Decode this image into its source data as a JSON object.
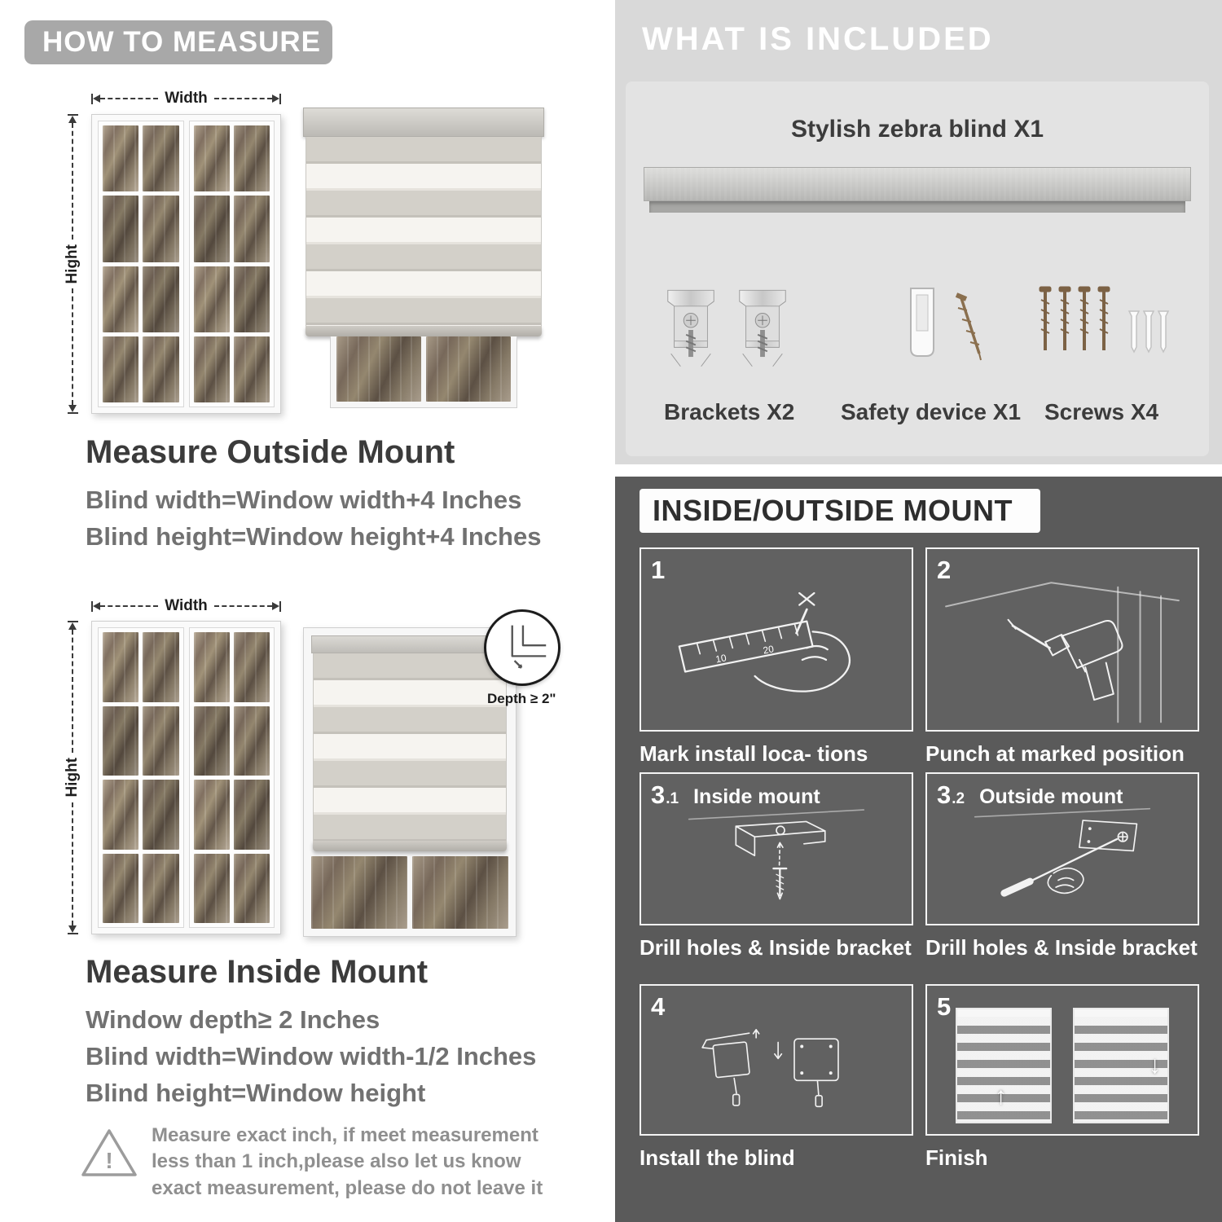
{
  "colors": {
    "banner_gray": "#a8a8a8",
    "light_section": "#d9d9d9",
    "dark_section": "#5a5a5a",
    "heading_dark": "#3b3b3b",
    "measure_text": "#717171",
    "zebra_gray": "#d3d0c9",
    "zebra_sheer": "#f6f4f0"
  },
  "left": {
    "header": "HOW TO MEASURE",
    "labels": {
      "width": "Width",
      "height": "Hight",
      "depth": "Depth ≥ 2\""
    },
    "outside": {
      "title": "Measure Outside Mount",
      "lines": [
        "Blind width=Window width+4 Inches",
        "Blind height=Window height+4 Inches"
      ]
    },
    "inside": {
      "title": "Measure Inside Mount",
      "lines": [
        "Window depth≥ 2 Inches",
        "Blind width=Window width-1/2 Inches",
        "Blind height=Window height"
      ]
    },
    "warning": "Measure exact inch, if meet measurement less than 1 inch,please also let us know exact measurement, please do not leave it"
  },
  "included": {
    "header": "WHAT IS INCLUDED",
    "blind_label": "Stylish zebra blind X1",
    "items": [
      {
        "icon": "bracket-icon",
        "label": "Brackets X2"
      },
      {
        "icon": "safety-device-icon",
        "label": "Safety device X1"
      },
      {
        "icon": "screw-icon",
        "label": "Screws X4"
      }
    ]
  },
  "mount": {
    "header": "INSIDE/OUTSIDE MOUNT",
    "steps": [
      {
        "num": "1",
        "sub": "",
        "label": "",
        "caption": "Mark install loca- tions"
      },
      {
        "num": "2",
        "sub": "",
        "label": "",
        "caption": "Punch at  marked position"
      },
      {
        "num": "3",
        "sub": ".1",
        "label": "Inside mount",
        "caption": "Drill holes &  Inside bracket"
      },
      {
        "num": "3",
        "sub": ".2",
        "label": "Outside mount",
        "caption": "Drill holes &  Inside bracket"
      },
      {
        "num": "4",
        "sub": "",
        "label": "",
        "caption": "Install the blind"
      },
      {
        "num": "5",
        "sub": "",
        "label": "",
        "caption": "Finish"
      }
    ]
  }
}
